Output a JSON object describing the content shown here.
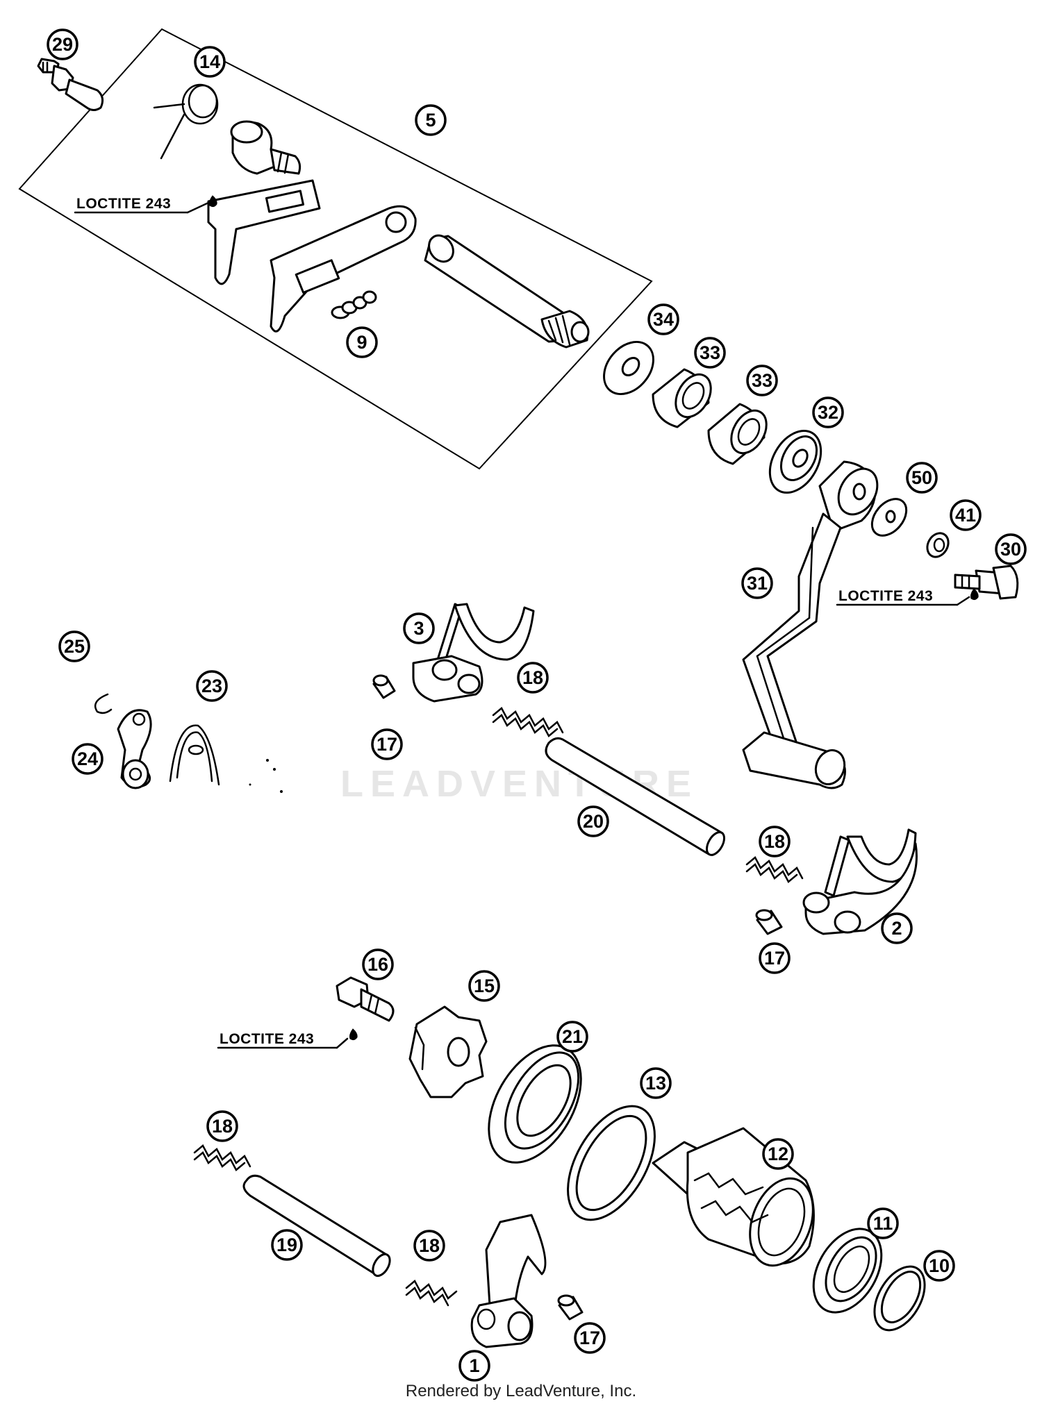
{
  "callouts": [
    {
      "id": "c29",
      "text": "29"
    },
    {
      "id": "c14",
      "text": "14"
    },
    {
      "id": "c5",
      "text": "5"
    },
    {
      "id": "c9",
      "text": "9"
    },
    {
      "id": "c34",
      "text": "34"
    },
    {
      "id": "c33a",
      "text": "33"
    },
    {
      "id": "c33b",
      "text": "33"
    },
    {
      "id": "c32",
      "text": "32"
    },
    {
      "id": "c50",
      "text": "50"
    },
    {
      "id": "c41",
      "text": "41"
    },
    {
      "id": "c30",
      "text": "30"
    },
    {
      "id": "c31",
      "text": "31"
    },
    {
      "id": "c3",
      "text": "3"
    },
    {
      "id": "c25",
      "text": "25"
    },
    {
      "id": "c23",
      "text": "23"
    },
    {
      "id": "c24",
      "text": "24"
    },
    {
      "id": "c18a",
      "text": "18"
    },
    {
      "id": "c17a",
      "text": "17"
    },
    {
      "id": "c20",
      "text": "20"
    },
    {
      "id": "c18b",
      "text": "18"
    },
    {
      "id": "c2",
      "text": "2"
    },
    {
      "id": "c17b",
      "text": "17"
    },
    {
      "id": "c16",
      "text": "16"
    },
    {
      "id": "c15",
      "text": "15"
    },
    {
      "id": "c21",
      "text": "21"
    },
    {
      "id": "c13",
      "text": "13"
    },
    {
      "id": "c12",
      "text": "12"
    },
    {
      "id": "c18c",
      "text": "18"
    },
    {
      "id": "c19",
      "text": "19"
    },
    {
      "id": "c18d",
      "text": "18"
    },
    {
      "id": "c11",
      "text": "11"
    },
    {
      "id": "c10",
      "text": "10"
    },
    {
      "id": "c17c",
      "text": "17"
    },
    {
      "id": "c1",
      "text": "1"
    }
  ],
  "notes": {
    "loctite_1": "LOCTITE 243",
    "loctite_2": "LOCTITE 243",
    "loctite_3": "LOCTITE 243"
  },
  "watermark": "LEADVENTURE",
  "footer": "Rendered by LeadVenture, Inc."
}
